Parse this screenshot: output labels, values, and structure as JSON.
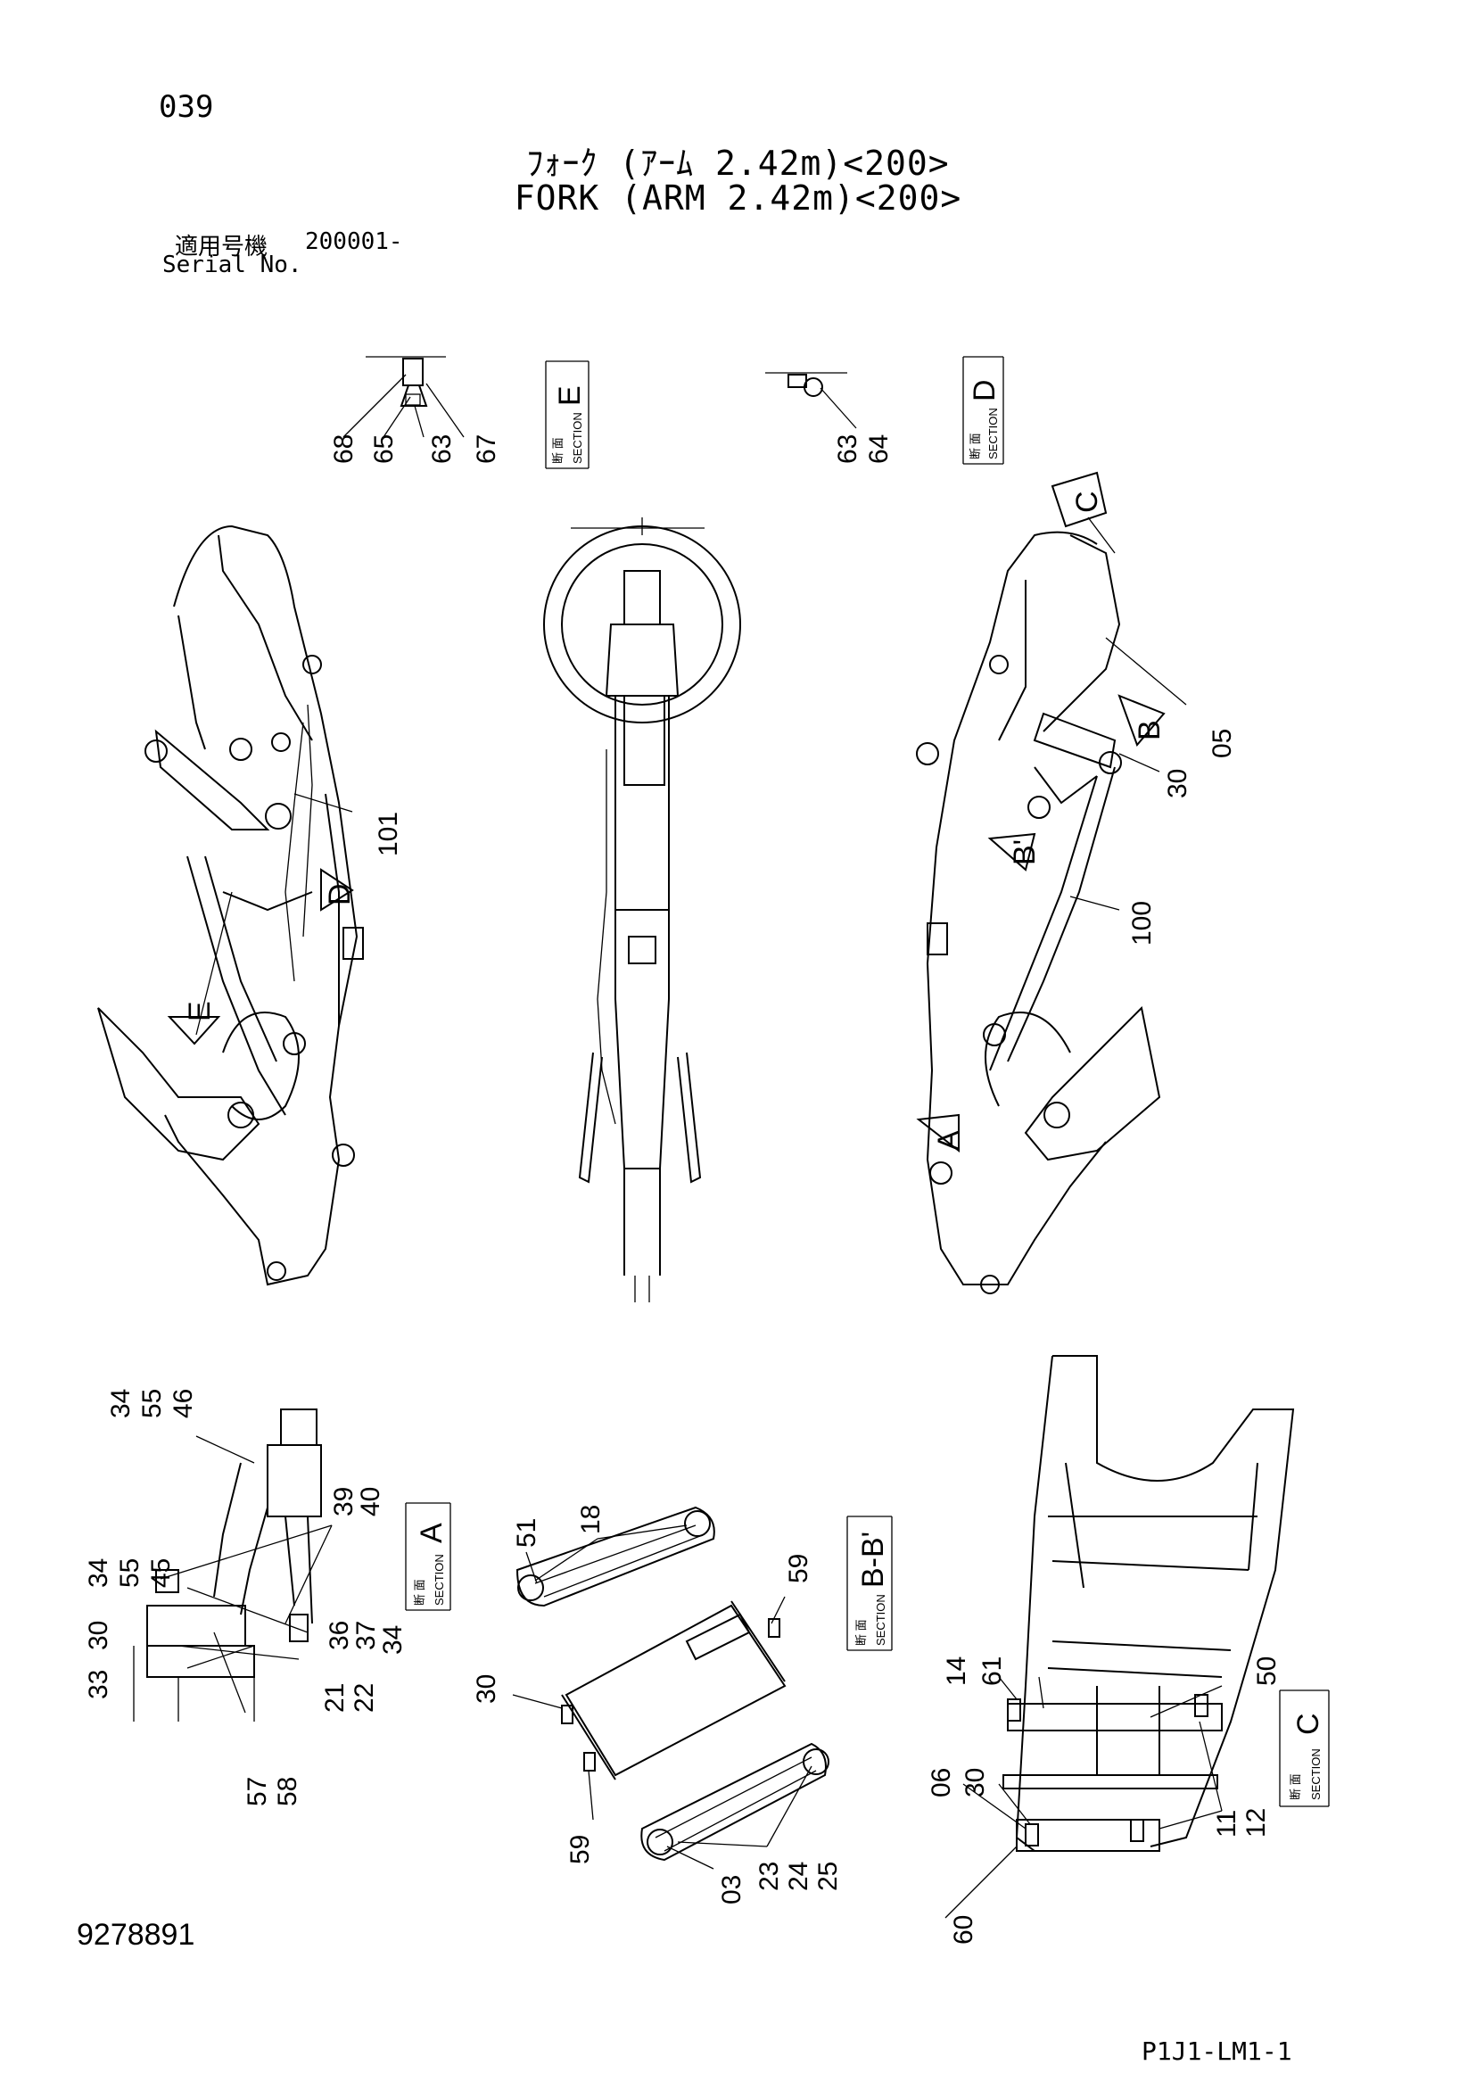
{
  "header": {
    "page_no": "039",
    "title_jp": "ﾌｫｰｸ (ｱｰﾑ 2.42m)<200>",
    "title_en": "FORK (ARM 2.42m)<200>",
    "serial_label_jp": "適用号機",
    "serial_value": "200001-",
    "serial_label_en": "Serial No."
  },
  "footer": {
    "doc_no": "9278891",
    "sheet_no": "P1J1-LM1-1"
  },
  "sections": {
    "jp_label": "断 面",
    "en_label": "SECTION",
    "E": "E",
    "D": "D",
    "A": "A",
    "BB": "B-B'",
    "C": "C"
  },
  "view_markers": {
    "A": "A",
    "B": "B",
    "B2": "B'",
    "C": "C",
    "D": "D",
    "E": "E"
  },
  "part_numbers": {
    "p68": "68",
    "p65": "65",
    "p63": "63",
    "p67": "67",
    "p63b": "63",
    "p64": "64",
    "p05": "05",
    "p30a": "30",
    "p100": "100",
    "p101": "101",
    "p34a": "34",
    "p55a": "55",
    "p46": "46",
    "p39": "39",
    "p40": "40",
    "p34b": "34",
    "p55b": "55",
    "p45": "45",
    "p30b": "30",
    "p33": "33",
    "p36": "36",
    "p37": "37",
    "p34c": "34",
    "p21": "21",
    "p22": "22",
    "p57": "57",
    "p58": "58",
    "p51": "51",
    "p18": "18",
    "p59a": "59",
    "p30c": "30",
    "p59b": "59",
    "p03": "03",
    "p23": "23",
    "p24": "24",
    "p25": "25",
    "p14": "14",
    "p61": "61",
    "p50": "50",
    "p06": "06",
    "p30d": "30",
    "p60": "60",
    "p11": "11",
    "p12": "12"
  }
}
